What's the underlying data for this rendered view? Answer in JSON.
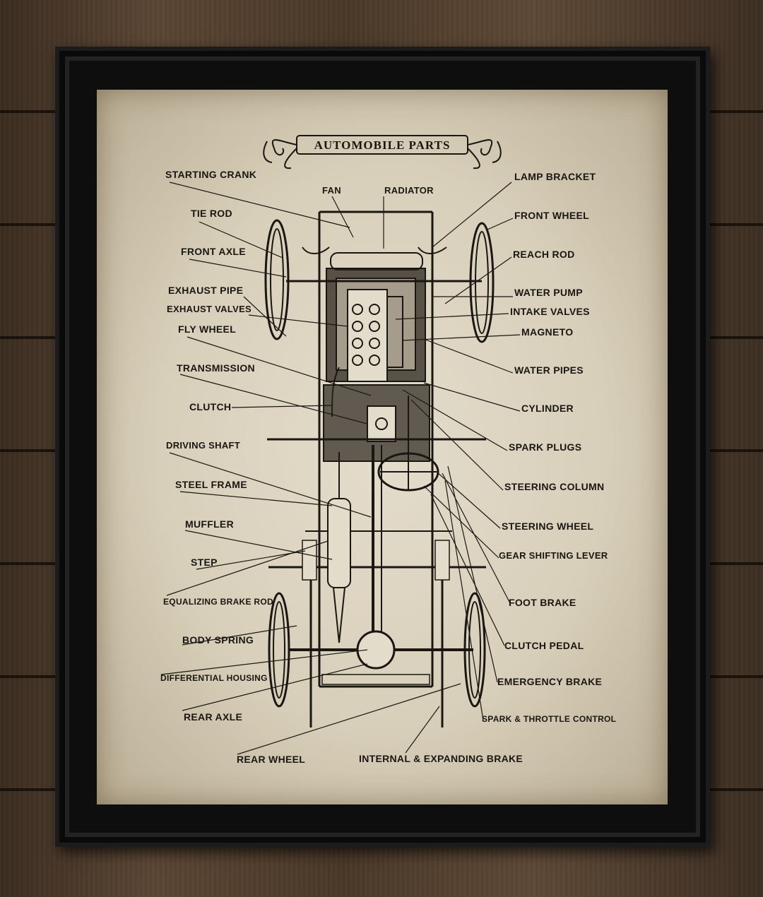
{
  "title": "AUTOMOBILE PARTS",
  "colors": {
    "ink": "#1a1712",
    "paper": "#ddd5c2",
    "frame": "#0e0e0e",
    "wood": "#4a3a2c"
  },
  "labels": {
    "starting_crank": "STARTING CRANK",
    "tie_rod": "TIE ROD",
    "front_axle": "FRONT AXLE",
    "exhaust_pipe": "EXHAUST PIPE",
    "exhaust_valves": "EXHAUST VALVES",
    "fly_wheel": "FLY WHEEL",
    "transmission": "TRANSMISSION",
    "clutch": "CLUTCH",
    "driving_shaft": "DRIVING SHAFT",
    "steel_frame": "STEEL FRAME",
    "muffler": "MUFFLER",
    "step": "STEP",
    "equalizing_brake_rod": "EQUALIZING BRAKE ROD",
    "body_spring": "BODY SPRING",
    "differential_housing": "DIFFERENTIAL HOUSING",
    "rear_axle": "REAR AXLE",
    "rear_wheel": "REAR WHEEL",
    "internal_expanding_brake": "INTERNAL & EXPANDING BRAKE",
    "fan": "FAN",
    "radiator": "RADIATOR",
    "lamp_bracket": "LAMP BRACKET",
    "front_wheel": "FRONT WHEEL",
    "reach_rod": "REACH ROD",
    "water_pump": "WATER PUMP",
    "intake_valves": "INTAKE VALVES",
    "magneto": "MAGNETO",
    "water_pipes": "WATER PIPES",
    "cylinder": "CYLINDER",
    "spark_plugs": "SPARK PLUGS",
    "steering_column": "STEERING COLUMN",
    "steering_wheel": "STEERING WHEEL",
    "gear_shifting_lever": "GEAR SHIFTING LEVER",
    "foot_brake": "FOOT  BRAKE",
    "clutch_pedal": "CLUTCH PEDAL",
    "emergency_brake": "EMERGENCY BRAKE",
    "spark_throttle_control": "SPARK & THROTTLE CONTROL"
  }
}
